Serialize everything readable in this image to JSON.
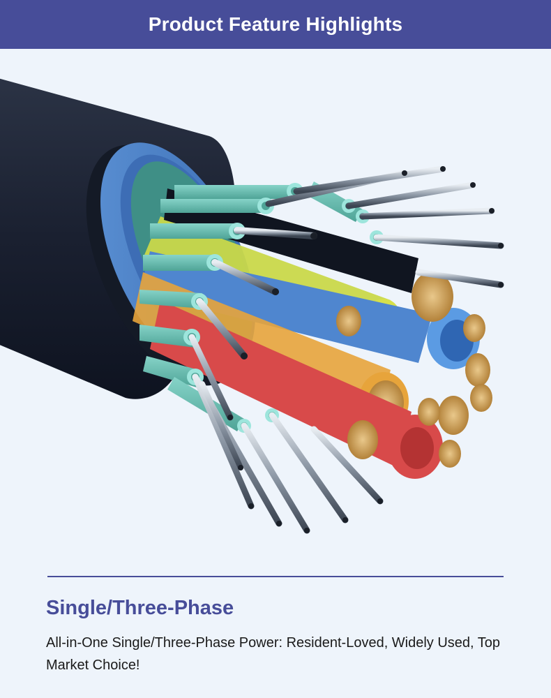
{
  "header": {
    "title": "Product Feature Highlights"
  },
  "hero": {
    "image": "multi-core-cable-cross-section"
  },
  "feature": {
    "heading": "Single/Three-Phase",
    "description": "All-in-One Single/Three-Phase Power: Resident-Loved, Widely Used, Top Market Choice!"
  },
  "colors": {
    "brand": "#474d99",
    "background": "#eef4fb",
    "jacket": "#1d2433",
    "inner_sheath": "#4a7fc6",
    "fiber_tube": "#6cc2b8",
    "core_yellow": "#d6e04a",
    "core_orange": "#e7a43b",
    "core_blue": "#5b9be3",
    "core_red": "#d84a4a"
  }
}
